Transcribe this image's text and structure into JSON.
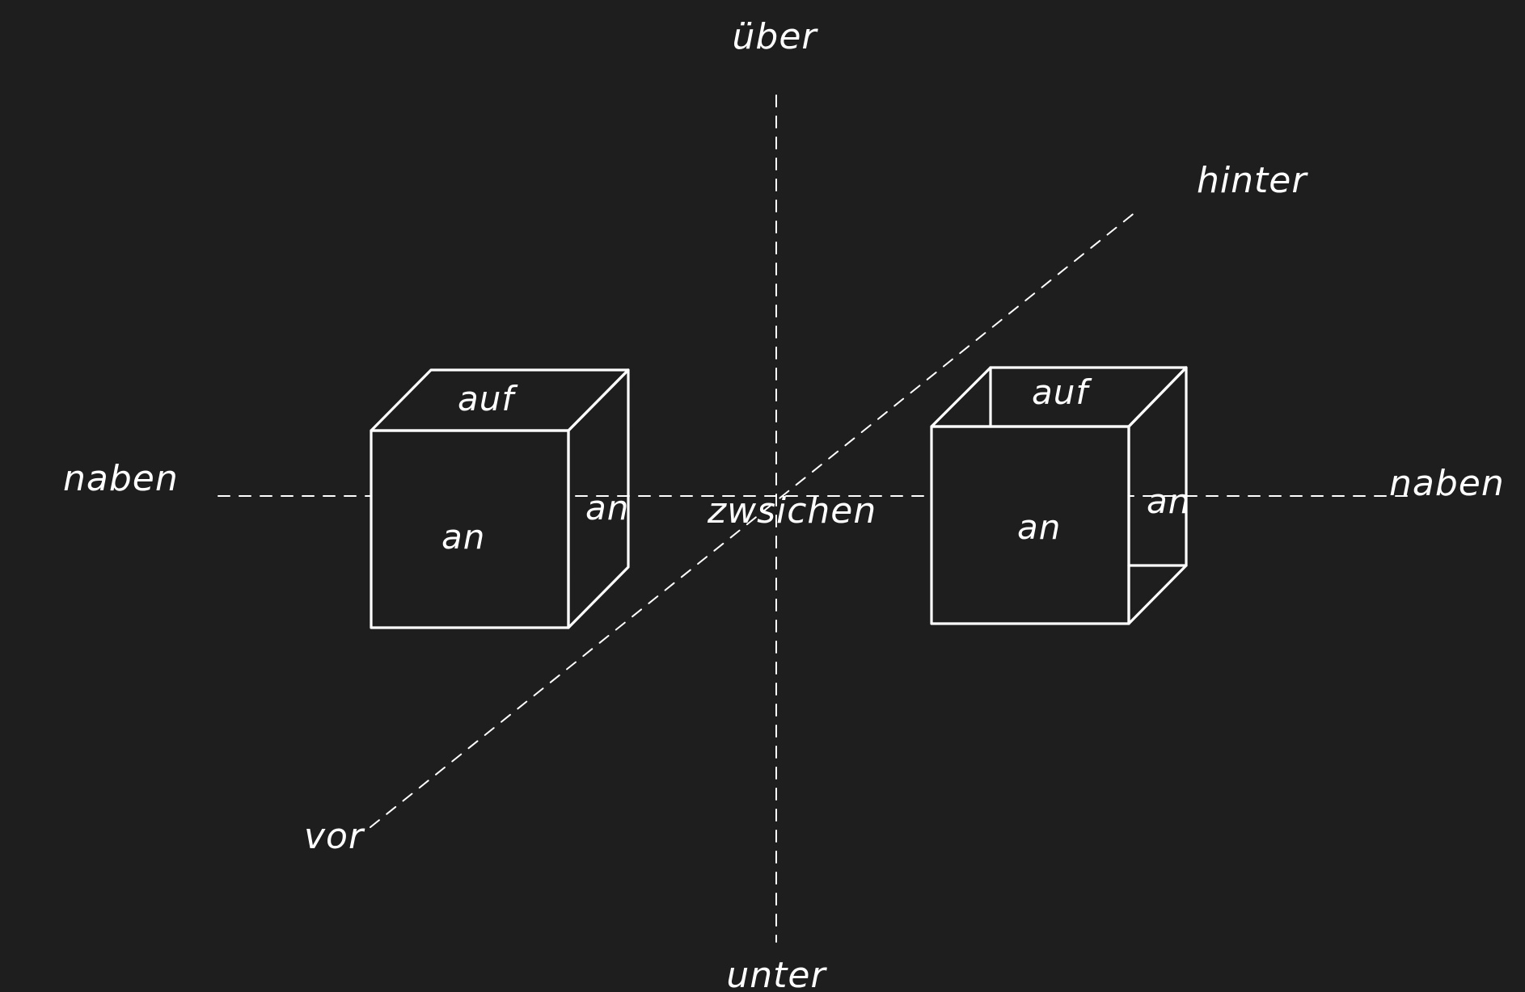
{
  "colors": {
    "background": "#1e1e1e",
    "stroke": "#ffffff",
    "text": "#ffffff"
  },
  "labels": {
    "top": "über",
    "bottom": "unter",
    "left": "naben",
    "right": "naben",
    "back": "hinter",
    "front": "vor",
    "center": "zwsichen"
  },
  "left_cube": {
    "top_face": "auf",
    "front_face": "an",
    "side_face": "an"
  },
  "right_cube": {
    "top_face": "auf",
    "front_face": "an",
    "side_face": "an"
  }
}
